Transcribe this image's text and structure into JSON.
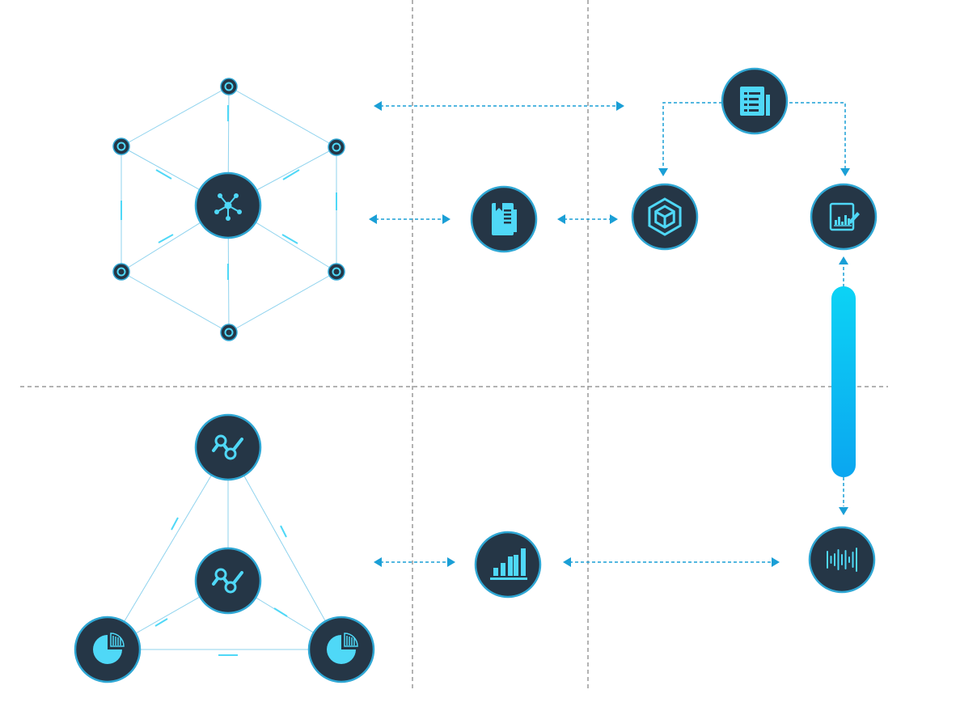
{
  "colors": {
    "node_fill": "#253646",
    "accent": "#4fd8f7",
    "ring": "#2fa7d4",
    "line": "#8fd3ee",
    "arrow": "#1a9fd6",
    "divider": "#9a9a9a",
    "bar_top": "#0cd3f5",
    "bar_bottom": "#0ba6f0"
  },
  "nodes": [
    {
      "id": "hub-network",
      "icon": "network-hub-icon",
      "kind": "network"
    },
    {
      "id": "document-book",
      "icon": "document-book-icon",
      "kind": "book"
    },
    {
      "id": "cube-hexagon",
      "icon": "hexagon-cube-icon",
      "kind": "cube"
    },
    {
      "id": "report-list",
      "icon": "report-list-icon",
      "kind": "report"
    },
    {
      "id": "chart-edit",
      "icon": "chart-edit-icon",
      "kind": "chartedit"
    },
    {
      "id": "line-trend-top",
      "icon": "line-trend-icon",
      "kind": "trend"
    },
    {
      "id": "line-trend-center",
      "icon": "line-trend-icon",
      "kind": "trend"
    },
    {
      "id": "pie-left",
      "icon": "pie-chart-icon",
      "kind": "pie"
    },
    {
      "id": "pie-right",
      "icon": "pie-chart-icon",
      "kind": "pie"
    },
    {
      "id": "bar-chart",
      "icon": "bar-chart-icon",
      "kind": "bars"
    },
    {
      "id": "waveform",
      "icon": "audio-waveform-icon",
      "kind": "wave"
    }
  ]
}
